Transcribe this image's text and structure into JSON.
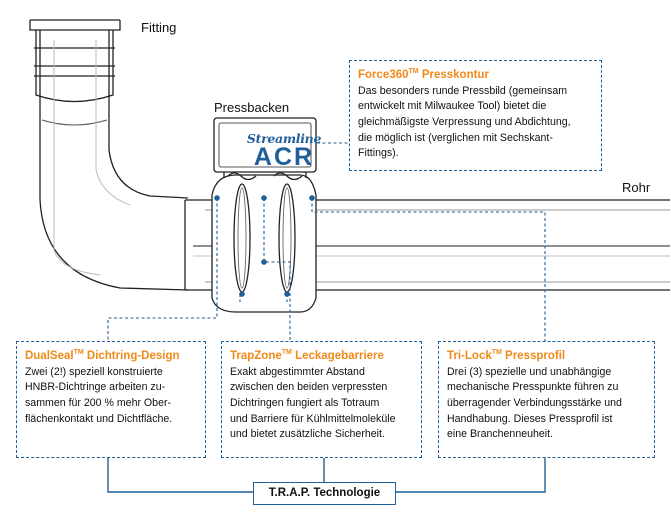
{
  "labels": {
    "fitting": "Fitting",
    "pressbacken": "Pressbacken",
    "rohr": "Rohr"
  },
  "logo": {
    "script": "Streamline",
    "main": "ACR"
  },
  "callouts": {
    "force360": {
      "title_main": "Force360",
      "title_tm": "TM",
      "title_rest": " Presskontur",
      "body": "Das besonders runde Pressbild (gemeinsam\nentwickelt mit Milwaukee Tool) bietet die\ngleichmäßigste Verpressung und Abdichtung,\ndie möglich ist (verglichen mit Sechskant-\nFittings)."
    },
    "dualseal": {
      "title_main": "DualSeal",
      "title_tm": "TM",
      "title_rest": " Dichtring-Design",
      "body": "Zwei (2!) speziell konstruierte\nHNBR-Dichtringe arbeiten zu-\nsammen für 200 % mehr Ober-\nflächenkontakt und Dichtfläche."
    },
    "trapzone": {
      "title_main": "TrapZone",
      "title_tm": "TM",
      "title_rest": " Leckagebarriere",
      "body": "Exakt abgestimmter Abstand\nzwischen den beiden verpressten\nDichtringen fungiert als Totraum\nund Barriere für Kühlmittelmoleküle\nund bietet zusätzliche Sicherheit."
    },
    "trilock": {
      "title_main": "Tri-Lock",
      "title_tm": "TM",
      "title_rest": " Pressprofil",
      "body": "Drei (3) spezielle und unabhängige\nmechanische Presspunkte führen zu\nüberragender Verbindungsstärke und\nHandhabung. Dieses Pressprofil ist\neine Branchenneuheit."
    }
  },
  "technology": "T.R.A.P. Technologie",
  "colors": {
    "accent_blue": "#1f5f9a",
    "title_orange": "#ef8a1a",
    "outline": "#222222"
  }
}
